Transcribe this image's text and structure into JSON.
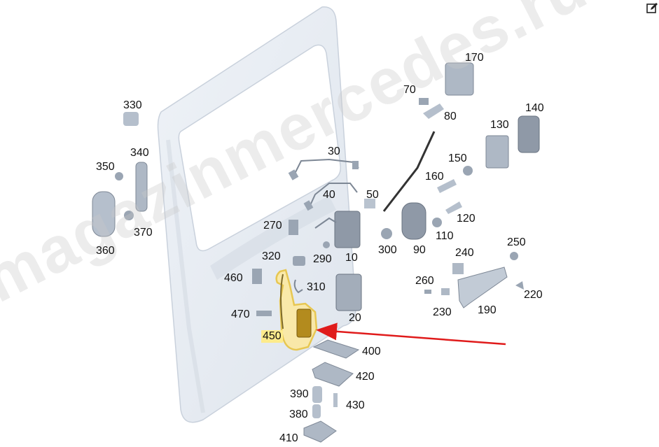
{
  "watermark": "magazinmercedes.ru",
  "icons": {
    "edit": "edit-icon"
  },
  "colors": {
    "highlight": "#fdeb8c",
    "highlight_outline": "#e8c64a",
    "arrow": "#e01b1b",
    "part": "#b9c3cf",
    "door": "#e6ebf2"
  },
  "callouts": [
    {
      "id": "330",
      "text": "330"
    },
    {
      "id": "340",
      "text": "340"
    },
    {
      "id": "350",
      "text": "350"
    },
    {
      "id": "360",
      "text": "360"
    },
    {
      "id": "370",
      "text": "370"
    },
    {
      "id": "30",
      "text": "30"
    },
    {
      "id": "40",
      "text": "40"
    },
    {
      "id": "50",
      "text": "50"
    },
    {
      "id": "270",
      "text": "270"
    },
    {
      "id": "320",
      "text": "320"
    },
    {
      "id": "290",
      "text": "290"
    },
    {
      "id": "10",
      "text": "10"
    },
    {
      "id": "460",
      "text": "460"
    },
    {
      "id": "310",
      "text": "310"
    },
    {
      "id": "470",
      "text": "470"
    },
    {
      "id": "20",
      "text": "20"
    },
    {
      "id": "450",
      "text": "450"
    },
    {
      "id": "400",
      "text": "400"
    },
    {
      "id": "420",
      "text": "420"
    },
    {
      "id": "390",
      "text": "390"
    },
    {
      "id": "430",
      "text": "430"
    },
    {
      "id": "380",
      "text": "380"
    },
    {
      "id": "410",
      "text": "410"
    },
    {
      "id": "170",
      "text": "170"
    },
    {
      "id": "70",
      "text": "70"
    },
    {
      "id": "80",
      "text": "80"
    },
    {
      "id": "140",
      "text": "140"
    },
    {
      "id": "130",
      "text": "130"
    },
    {
      "id": "150",
      "text": "150"
    },
    {
      "id": "160",
      "text": "160"
    },
    {
      "id": "120",
      "text": "120"
    },
    {
      "id": "110",
      "text": "110"
    },
    {
      "id": "300",
      "text": "300"
    },
    {
      "id": "90",
      "text": "90"
    },
    {
      "id": "240",
      "text": "240"
    },
    {
      "id": "250",
      "text": "250"
    },
    {
      "id": "260",
      "text": "260"
    },
    {
      "id": "220",
      "text": "220"
    },
    {
      "id": "230",
      "text": "230"
    },
    {
      "id": "190",
      "text": "190"
    }
  ],
  "highlighted_part": "450"
}
